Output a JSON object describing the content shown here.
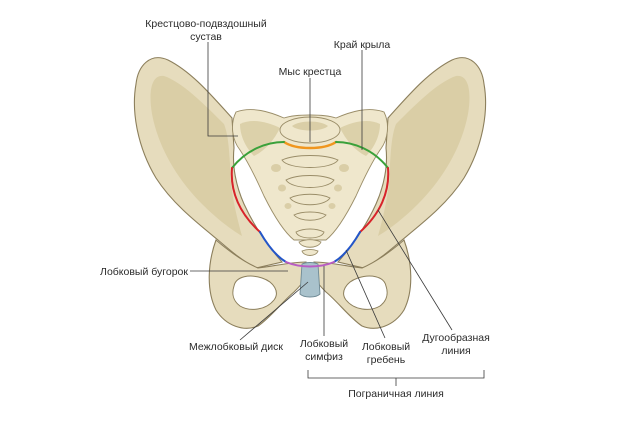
{
  "labels": {
    "sacroiliac_joint_line1": "Крестцово-подвздошный",
    "sacroiliac_joint_line2": "сустав",
    "wing_edge": "Край крыла",
    "promontory": "Мыс крестца",
    "pubic_tubercle": "Лобковый бугорок",
    "interpubic_disc": "Межлобковый диск",
    "symphysis_line1": "Лобковый",
    "symphysis_line2": "симфиз",
    "pubic_crest_line1": "Лобковый",
    "pubic_crest_line2": "гребень",
    "arcuate_line1": "Дугообразная",
    "arcuate_line2": "линия",
    "terminal_line": "Пограничная линия"
  },
  "colors": {
    "promontory_line": "#f0961e",
    "wing_line": "#3aa13a",
    "arcuate_line": "#d8232a",
    "pubic_crest_line": "#2456c8",
    "symphysis_line": "#b85cc4",
    "interpubic_disc": "#a9c2cc"
  }
}
